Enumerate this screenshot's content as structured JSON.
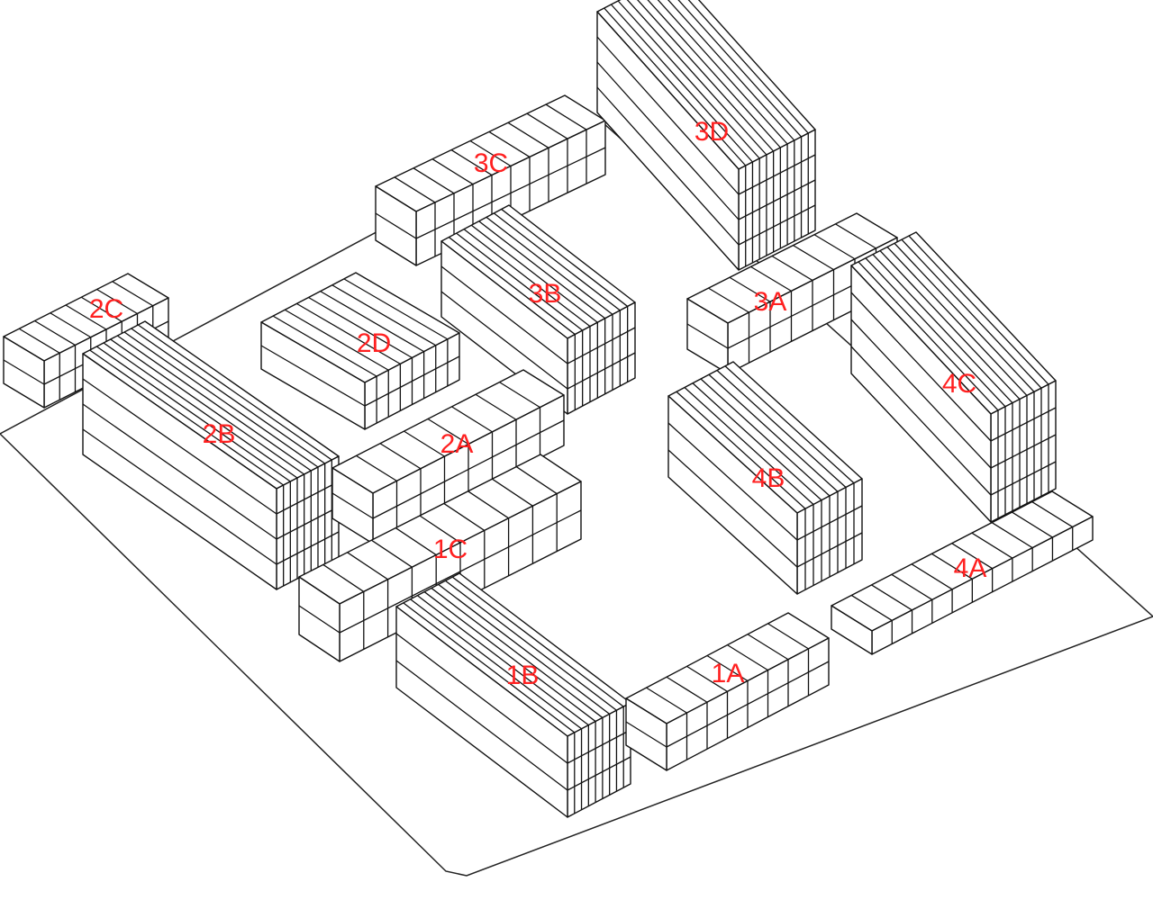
{
  "colors": {
    "label": "#ff2020",
    "line": "#111111",
    "face": "#ffffff"
  },
  "buildings": [
    {
      "id": "2C",
      "label": "2C",
      "floors": 2,
      "units": 8
    },
    {
      "id": "2D",
      "label": "2D",
      "floors": 2,
      "units": 8
    },
    {
      "id": "2B",
      "label": "2B",
      "floors": 4,
      "units": 9
    },
    {
      "id": "2A",
      "label": "2A",
      "floors": 2,
      "units": 8
    },
    {
      "id": "3C",
      "label": "3C",
      "floors": 2,
      "units": 10
    },
    {
      "id": "3B",
      "label": "3B",
      "floors": 3,
      "units": 9
    },
    {
      "id": "3D",
      "label": "3D",
      "floors": 4,
      "units": 11
    },
    {
      "id": "3A",
      "label": "3A",
      "floors": 2,
      "units": 8
    },
    {
      "id": "4C",
      "label": "4C",
      "floors": 4,
      "units": 9
    },
    {
      "id": "4B",
      "label": "4B",
      "floors": 3,
      "units": 8
    },
    {
      "id": "1C",
      "label": "1C",
      "floors": 2,
      "units": 10
    },
    {
      "id": "1B",
      "label": "1B",
      "floors": 3,
      "units": 9
    },
    {
      "id": "1A",
      "label": "1A",
      "floors": 2,
      "units": 8
    },
    {
      "id": "4A",
      "label": "4A",
      "floors": 1,
      "units": 11
    }
  ]
}
